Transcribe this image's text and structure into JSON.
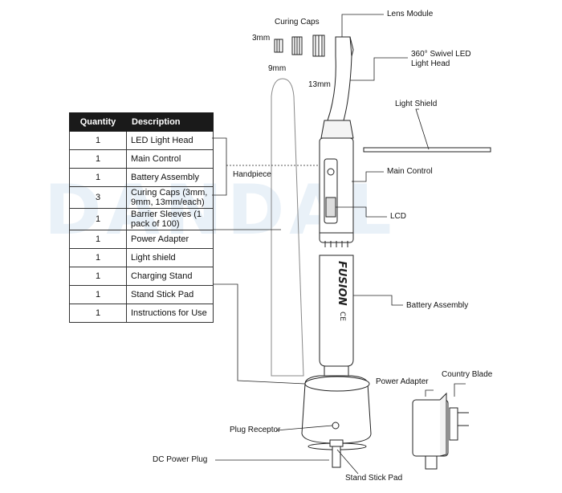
{
  "watermark": "DANDAL",
  "table": {
    "headers": {
      "quantity": "Quantity",
      "description": "Description"
    },
    "rows": [
      {
        "qty": "1",
        "desc": "LED Light Head"
      },
      {
        "qty": "1",
        "desc": "Main Control"
      },
      {
        "qty": "1",
        "desc": "Battery Assembly"
      },
      {
        "qty": "3",
        "desc": "Curing Caps (3mm, 9mm, 13mm/each)"
      },
      {
        "qty": "1",
        "desc": "Barrier Sleeves (1 pack of 100)"
      },
      {
        "qty": "1",
        "desc": "Power Adapter"
      },
      {
        "qty": "1",
        "desc": "Light shield"
      },
      {
        "qty": "1",
        "desc": "Charging Stand"
      },
      {
        "qty": "1",
        "desc": "Stand Stick Pad"
      },
      {
        "qty": "1",
        "desc": "Instructions for Use"
      }
    ]
  },
  "labels": {
    "curing_caps": "Curing Caps",
    "cap_3mm": "3mm",
    "cap_9mm": "9mm",
    "cap_13mm": "13mm",
    "lens_module": "Lens Module",
    "swivel_head": "360° Swivel LED Light Head",
    "light_shield": "Light Shield",
    "handpiece": "Handpiece",
    "main_control": "Main Control",
    "lcd": "LCD",
    "battery_assembly": "Battery Assembly",
    "power_adapter": "Power Adapter",
    "country_blade": "Country Blade",
    "plug_receptor": "Plug Receptor",
    "dc_power_plug": "DC Power Plug",
    "stand_stick_pad": "Stand Stick Pad",
    "brand": "FUSION",
    "ce_mark": "CE"
  }
}
